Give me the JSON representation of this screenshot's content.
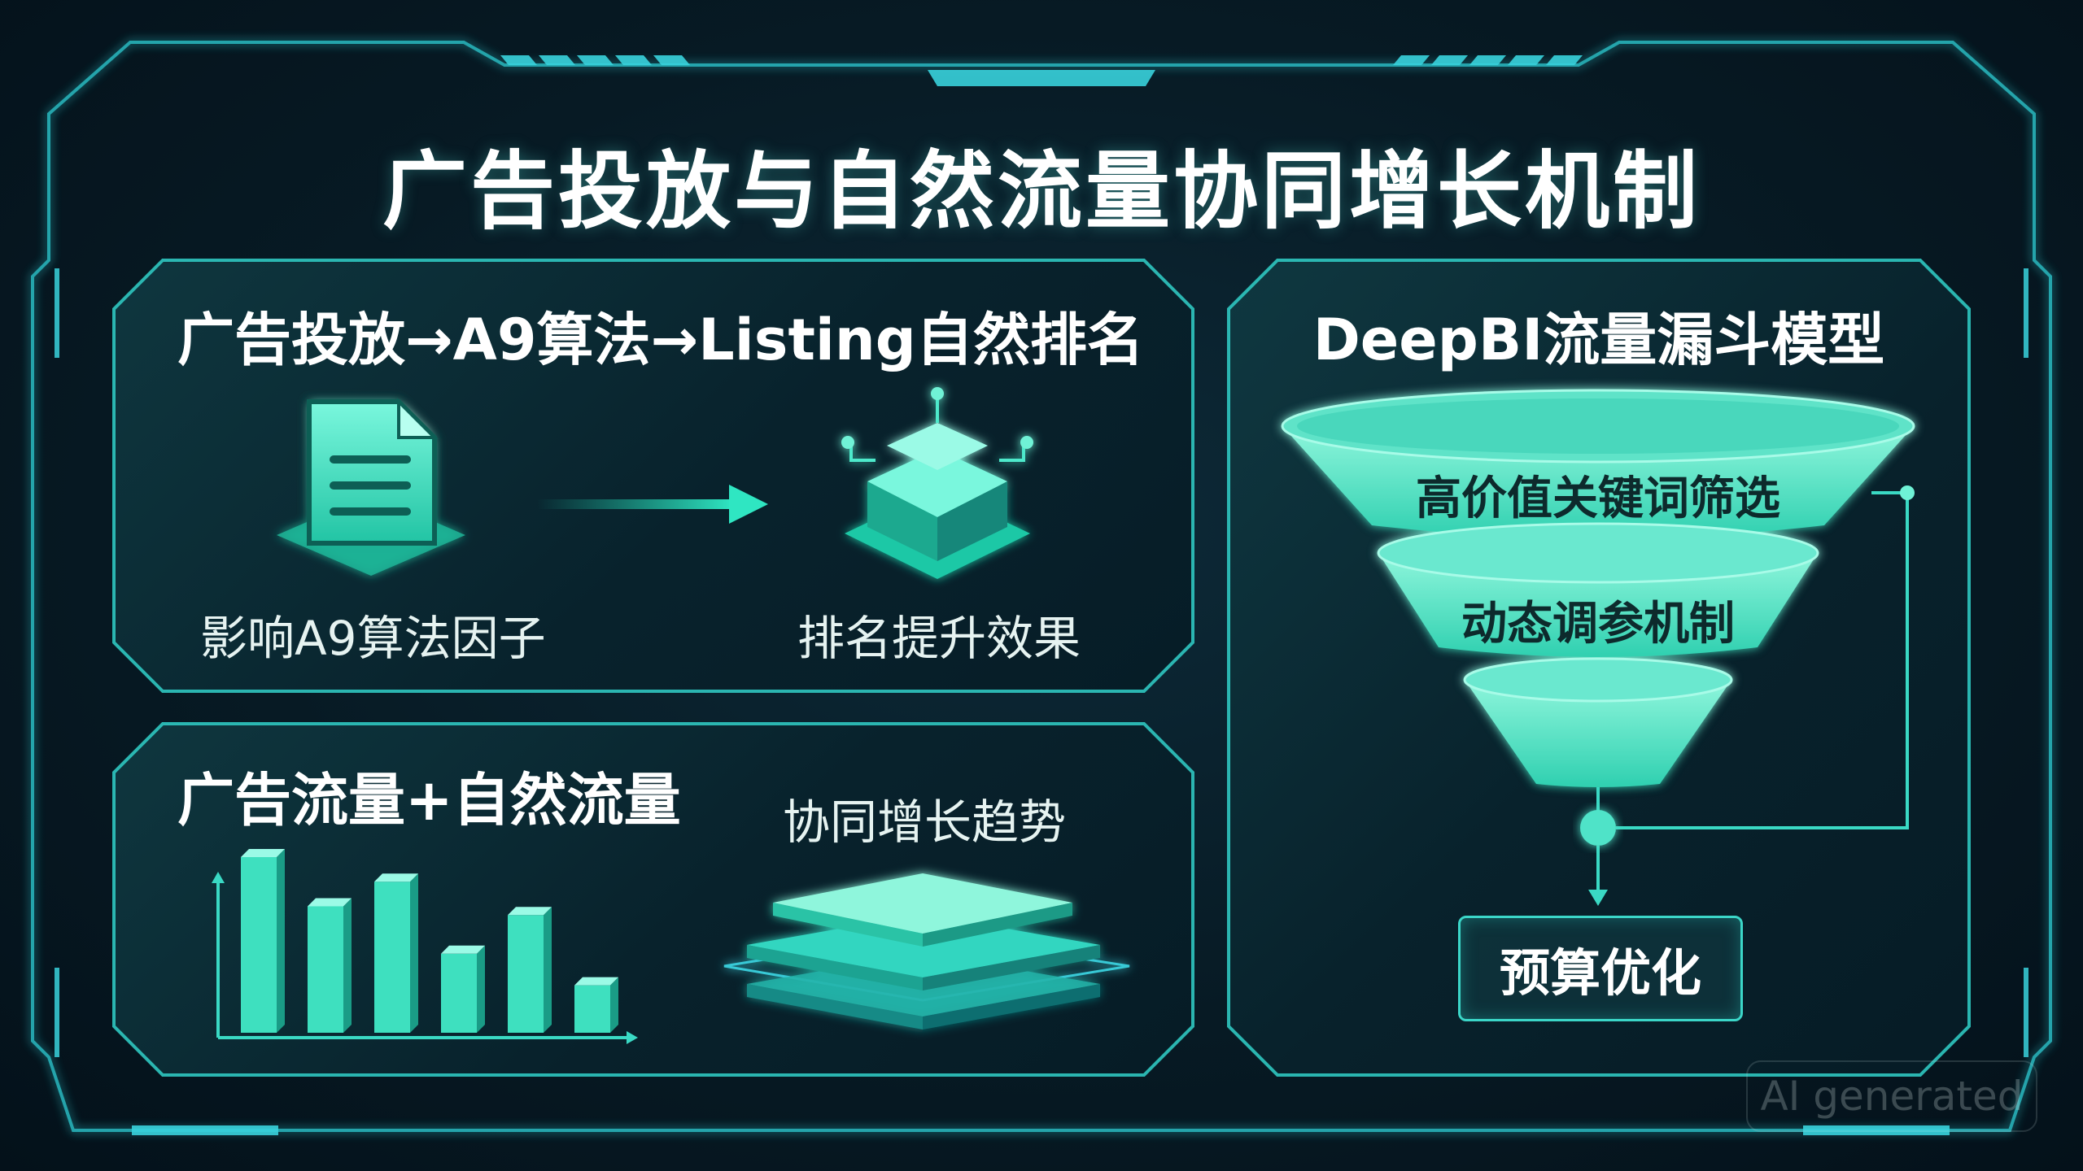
{
  "title": "广告投放与自然流量协同增长机制",
  "panel_top_left": {
    "heading": "广告投放→A9算法→Listing自然排名",
    "left_caption": "影响A9算法因子",
    "right_caption": "排名提升效果"
  },
  "panel_bottom_left": {
    "heading": "广告流量+自然流量",
    "right_caption": "协同增长趋势"
  },
  "panel_right": {
    "heading": "DeepBI流量漏斗模型",
    "funnel_stages": [
      "高价值关键词筛选",
      "动态调参机制"
    ],
    "output": "预算优化"
  },
  "watermark": "AI generated",
  "chart_data": {
    "type": "bar",
    "categories": [
      "",
      "",
      "",
      "",
      "",
      ""
    ],
    "values": [
      100,
      72,
      86,
      45,
      67,
      27
    ],
    "title": "",
    "xlabel": "",
    "ylabel": "",
    "ylim": [
      0,
      100
    ]
  },
  "colors": {
    "accent": "#3ee0c8",
    "accent_bright": "#6ff2d6",
    "frame": "#2bbdc4",
    "background": "#071a24"
  }
}
